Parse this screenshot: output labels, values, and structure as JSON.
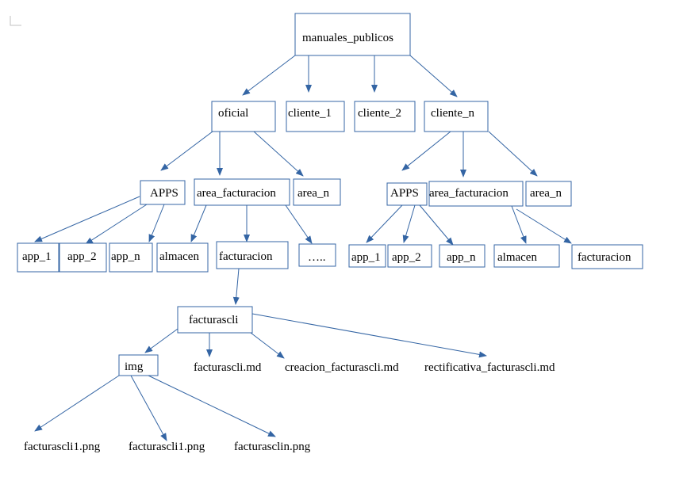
{
  "colors": {
    "line": "#3465a4",
    "text": "#000000",
    "background": "#ffffff"
  },
  "nodes": {
    "root": "manuales_publicos",
    "oficial": "oficial",
    "cliente_1": "cliente_1",
    "cliente_2": "cliente_2",
    "cliente_n": "cliente_n",
    "of_apps": "APPS",
    "of_area_facturacion": "area_facturacion",
    "of_area_n": "area_n",
    "of_app_1": "app_1",
    "of_app_2": "app_2",
    "of_app_n": "app_n",
    "of_almacen": "almacen",
    "of_facturacion": "facturacion",
    "of_ellipsis": "…..",
    "cn_apps": "APPS",
    "cn_area_facturacion": "area_facturacion",
    "cn_area_n": "area_n",
    "cn_app_1": "app_1",
    "cn_app_2": "app_2",
    "cn_app_n": "app_n",
    "cn_almacen": "almacen",
    "cn_facturacion": "facturacion",
    "facturascli": "facturascli",
    "img": "img",
    "facturascli_md": "facturascli.md",
    "creacion_md": "creacion_facturascli.md",
    "rectificativa_md": "rectificativa_facturascli.md",
    "png_1a": "facturascli1.png",
    "png_1b": "facturascli1.png",
    "png_n": "facturasclin.png"
  }
}
